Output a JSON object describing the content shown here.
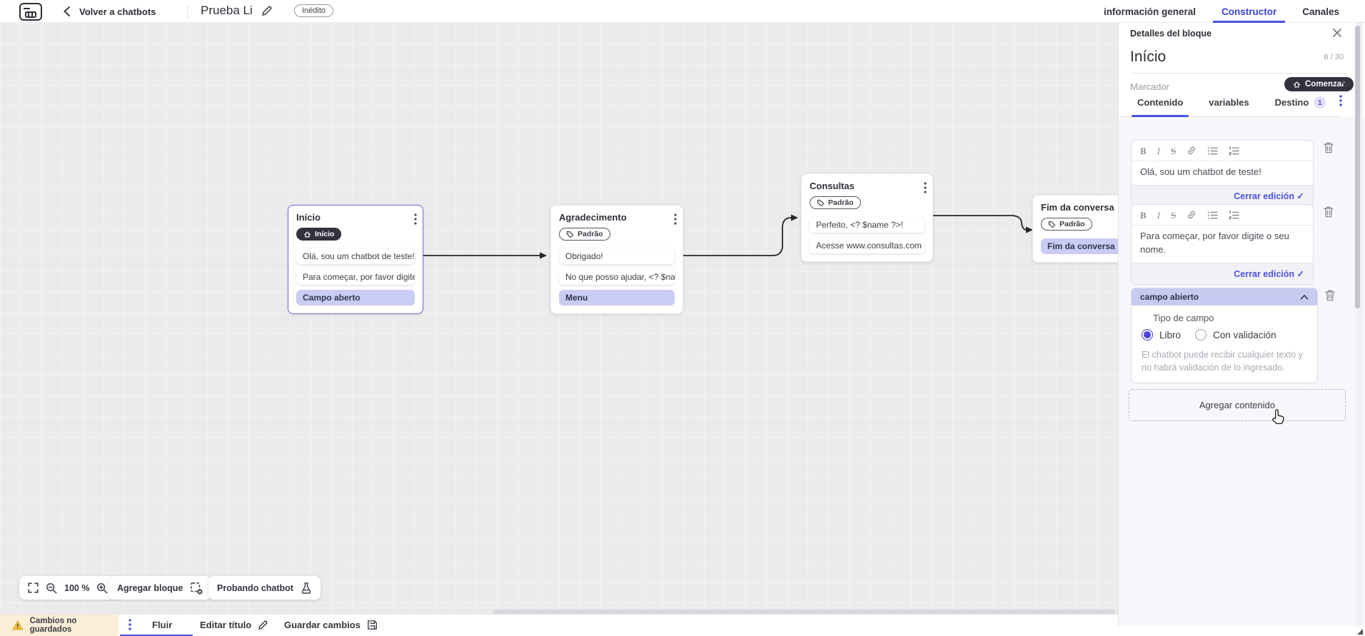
{
  "topbar": {
    "back_label": "Volver a chatbots",
    "title": "Prueba Li",
    "status_badge": "Inédito",
    "tabs": [
      {
        "label": "información general",
        "active": false
      },
      {
        "label": "Constructor",
        "active": true
      },
      {
        "label": "Canales",
        "active": false
      }
    ]
  },
  "panel": {
    "header_title": "Detalles del bloque",
    "block_name": "Início",
    "counter": "6 / 30",
    "marker_label": "Marcador",
    "marker_value": "Comenzar",
    "tabs": [
      {
        "label": "Contenido",
        "active": true
      },
      {
        "label": "variables",
        "active": false
      },
      {
        "label": "Destino",
        "active": false,
        "badge": "1"
      }
    ],
    "editors": [
      {
        "text": "Olá, sou um chatbot de teste!",
        "close_label": "Cerrar edición"
      },
      {
        "text": "Para começar, por favor digite o seu nome.",
        "close_label": "Cerrar edición"
      }
    ],
    "open_field": {
      "header": "campo abierto",
      "type_label": "Tipo de campo",
      "options": [
        {
          "label": "Libro",
          "selected": true
        },
        {
          "label": "Con validación",
          "selected": false
        }
      ],
      "help": "El chatbot puede recibir cualquier texto y no habrá validación de lo ingresado."
    },
    "add_content_label": "Agregar contenido"
  },
  "canvas": {
    "nodes": [
      {
        "title": "Início",
        "badge": "Início",
        "badge_icon": "home",
        "selected": true,
        "items": [
          {
            "text": "Olá, sou um chatbot de teste!",
            "highlight": false
          },
          {
            "text": "Para começar, por favor digite o ...",
            "highlight": false
          },
          {
            "text": "Campo aberto",
            "highlight": true
          }
        ]
      },
      {
        "title": "Agradecimento",
        "badge": "Padrão",
        "badge_icon": "tag",
        "selected": false,
        "items": [
          {
            "text": "Obrigado!",
            "highlight": false
          },
          {
            "text": "No que posso ajudar, <? $name ...",
            "highlight": false
          },
          {
            "text": "Menu",
            "highlight": true
          }
        ]
      },
      {
        "title": "Consultas",
        "badge": "Padrão",
        "badge_icon": "tag",
        "selected": false,
        "items": [
          {
            "text": "Perfeito, <? $name ?>!",
            "highlight": false
          },
          {
            "text": "Acesse www.consultas.com par...",
            "highlight": false
          }
        ]
      },
      {
        "title": "Fim da conversa",
        "badge": "Padrão",
        "badge_icon": "tag",
        "selected": false,
        "items": [
          {
            "text": "Fim da conversa",
            "highlight": true
          }
        ]
      }
    ]
  },
  "canvas_toolbar": {
    "zoom_level": "100 %",
    "add_block_label": "Agregar bloque",
    "test_chatbot_label": "Probando chatbot"
  },
  "bottombar": {
    "warning": "Cambios no guardados",
    "flow_tab": "Fluir",
    "edit_title_label": "Editar título",
    "save_label": "Guardar cambios"
  },
  "colors": {
    "accent": "#4a52e0",
    "highlight_item": "#c9cdf4",
    "dark_pill": "#32323e",
    "warning_bg": "#fbeed6",
    "canvas_bg": "#ebebeb"
  }
}
